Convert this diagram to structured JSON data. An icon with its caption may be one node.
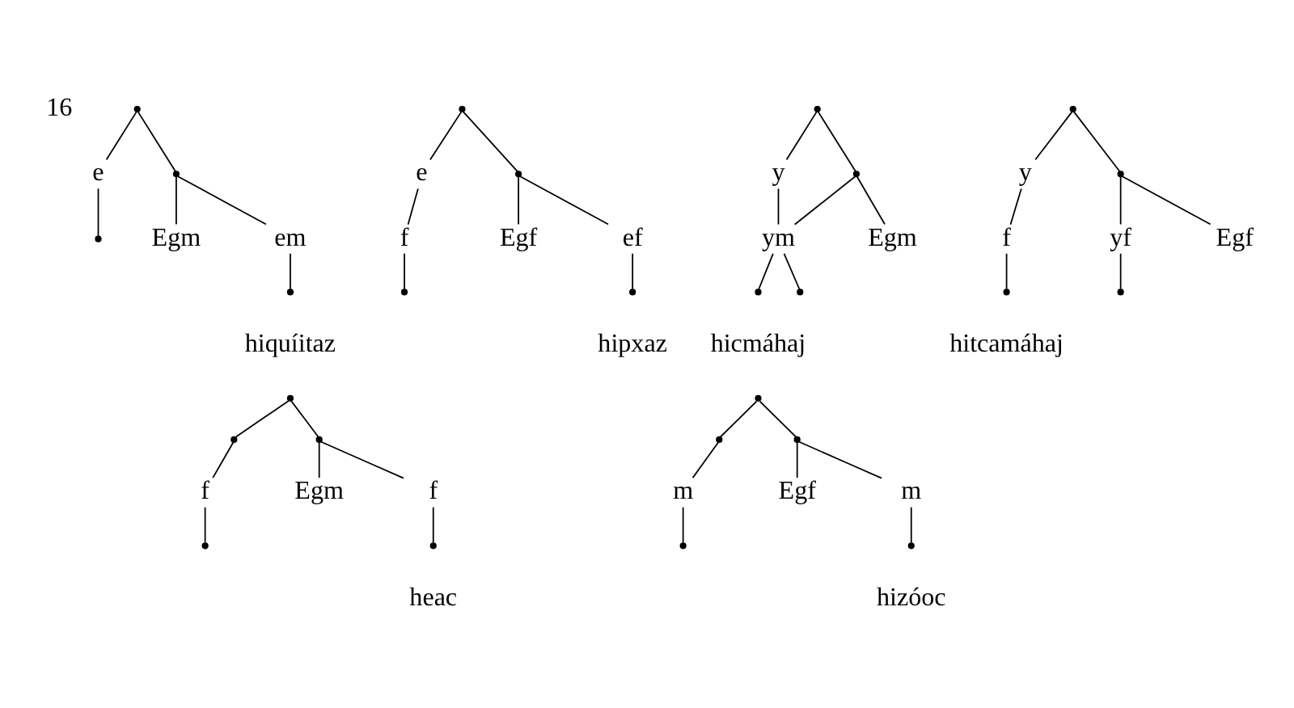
{
  "diagram": {
    "nodes": [
      {
        "text": [],
        "shape": "circle"
      },
      {
        "text": [
          "e"
        ]
      },
      {
        "text": [],
        "shape": "circle"
      },
      {
        "text": [
          "Egm"
        ]
      },
      {
        "text": [
          "em"
        ]
      },
      {
        "text": [],
        "shape": "circle"
      },
      {
        "text": [],
        "shape": "circle"
      },
      {
        "text": [],
        "shape": "circle"
      },
      {
        "text": [
          "e"
        ]
      },
      {
        "text": [],
        "shape": "circle"
      },
      {
        "text": [
          "Egf"
        ]
      },
      {
        "text": [
          "ef"
        ]
      },
      {
        "text": [
          "f"
        ]
      },
      {
        "text": [],
        "shape": "circle"
      },
      {
        "text": [],
        "shape": "circle"
      },
      {
        "text": [],
        "shape": "circle"
      },
      {
        "text": [
          "y"
        ]
      },
      {
        "text": [],
        "shape": "circle"
      },
      {
        "text": [
          "ym"
        ]
      },
      {
        "text": [
          "Egm"
        ]
      },
      {
        "text": [],
        "shape": "circle"
      },
      {
        "text": [],
        "shape": "circle"
      },
      {
        "text": [],
        "shape": "circle"
      },
      {
        "text": [
          "y"
        ]
      },
      {
        "text": [],
        "shape": "circle"
      },
      {
        "text": [
          "f"
        ]
      },
      {
        "text": [
          "yf"
        ]
      },
      {
        "text": [
          "Egf"
        ]
      },
      {
        "text": [],
        "shape": "circle"
      },
      {
        "text": [],
        "shape": "circle"
      },
      {
        "text": [],
        "shape": "circle"
      },
      {
        "text": [],
        "shape": "circle"
      },
      {
        "text": [],
        "shape": "circle"
      },
      {
        "text": [
          "Egm"
        ]
      },
      {
        "text": [
          "f"
        ]
      },
      {
        "text": [
          "f"
        ]
      },
      {
        "text": [],
        "shape": "circle"
      },
      {
        "text": [],
        "shape": "circle"
      },
      {
        "text": [],
        "shape": "circle"
      },
      {
        "text": [],
        "shape": "circle"
      },
      {
        "text": [],
        "shape": "circle"
      },
      {
        "text": [
          "Egf"
        ]
      },
      {
        "text": [
          "m"
        ]
      },
      {
        "text": [
          "m"
        ]
      },
      {
        "text": [],
        "shape": "circle"
      },
      {
        "text": [],
        "shape": "circle"
      }
    ],
    "edges": [
      {
        "from": 0,
        "to": 2,
        "arrow": "none"
      },
      {
        "from": 0,
        "to": 1,
        "arrow": "none"
      },
      {
        "from": 2,
        "to": 3,
        "arrow": "none"
      },
      {
        "from": 2,
        "to": 4,
        "arrow": "none"
      },
      {
        "from": 4,
        "to": 5,
        "arrow": "none"
      },
      {
        "from": 1,
        "to": 6,
        "arrow": "none"
      },
      {
        "from": 7,
        "to": 9,
        "arrow": "none"
      },
      {
        "from": 7,
        "to": 8,
        "arrow": "none"
      },
      {
        "from": 9,
        "to": 10,
        "arrow": "none"
      },
      {
        "from": 9,
        "to": 11,
        "arrow": "none"
      },
      {
        "from": 8,
        "to": 12,
        "arrow": "none"
      },
      {
        "from": 11,
        "to": 13,
        "arrow": "none"
      },
      {
        "from": 12,
        "to": 14,
        "arrow": "none"
      },
      {
        "from": 15,
        "to": 16,
        "arrow": "none"
      },
      {
        "from": 15,
        "to": 17,
        "arrow": "none"
      },
      {
        "from": 16,
        "to": 18,
        "arrow": "none"
      },
      {
        "from": 17,
        "to": 18,
        "arrow": "none"
      },
      {
        "from": 17,
        "to": 19,
        "arrow": "none"
      },
      {
        "from": 18,
        "to": 20,
        "arrow": "none"
      },
      {
        "from": 18,
        "to": 21,
        "arrow": "none"
      },
      {
        "from": 22,
        "to": 23,
        "arrow": "none"
      },
      {
        "from": 22,
        "to": 24,
        "arrow": "none"
      },
      {
        "from": 23,
        "to": 25,
        "arrow": "none"
      },
      {
        "from": 24,
        "to": 26,
        "arrow": "none"
      },
      {
        "from": 24,
        "to": 27,
        "arrow": "none"
      },
      {
        "from": 25,
        "to": 28,
        "arrow": "none"
      },
      {
        "from": 26,
        "to": 29,
        "arrow": "none"
      },
      {
        "from": 30,
        "to": 32,
        "arrow": "none"
      },
      {
        "from": 30,
        "to": 31,
        "arrow": "none"
      },
      {
        "from": 32,
        "to": 33,
        "arrow": "none"
      },
      {
        "from": 32,
        "to": 34,
        "arrow": "none"
      },
      {
        "from": 31,
        "to": 35,
        "arrow": "none"
      },
      {
        "from": 34,
        "to": 36,
        "arrow": "none"
      },
      {
        "from": 35,
        "to": 37,
        "arrow": "none"
      },
      {
        "from": 38,
        "to": 40,
        "arrow": "none"
      },
      {
        "from": 38,
        "to": 39,
        "arrow": "none"
      },
      {
        "from": 40,
        "to": 41,
        "arrow": "none"
      },
      {
        "from": 40,
        "to": 42,
        "arrow": "none"
      },
      {
        "from": 39,
        "to": 43,
        "arrow": "none"
      },
      {
        "from": 42,
        "to": 44,
        "arrow": "none"
      },
      {
        "from": 43,
        "to": 45,
        "arrow": "none"
      }
    ],
    "labels": [
      "16",
      "hiquíitaz",
      "hipxaz",
      "hicmáhaj",
      "hitcamáhaj",
      "heac",
      "hizóoc"
    ]
  }
}
